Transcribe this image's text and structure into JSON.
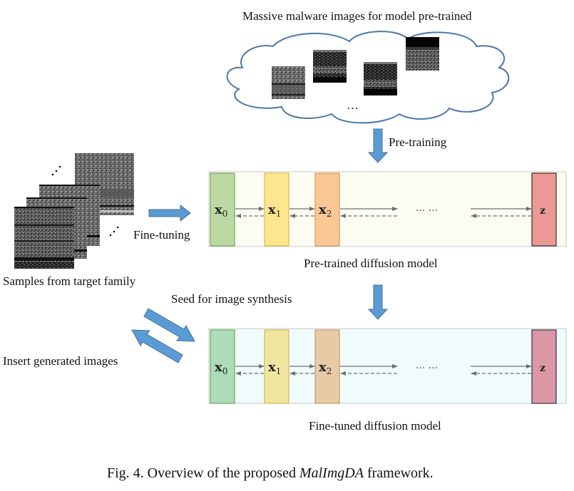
{
  "labels": {
    "pretrain_pool": "Massive malware images for model pre-trained",
    "pool_ellipsis": "…",
    "pretraining": "Pre-training",
    "fine_tuning": "Fine-tuning",
    "samples": "Samples from target family",
    "pretrained_model": "Pre-trained diffusion model",
    "seed": "Seed for image synthesis",
    "insert": "Insert generated images",
    "finetuned_model": "Fine-tuned diffusion model",
    "chain_ellipsis": "··· ···"
  },
  "states": [
    {
      "name": "x",
      "sub": "0"
    },
    {
      "name": "x",
      "sub": "1"
    },
    {
      "name": "x",
      "sub": "2"
    },
    {
      "name": "z",
      "sub": ""
    }
  ],
  "colors": {
    "arrow_blue": "#5b9bd5",
    "cloud_stroke": "#4a78a8",
    "pretrained_bg": "#fdfcf3",
    "finetuned_bg": "#f0fbfd",
    "pretrained_states": [
      "#bcd9a4",
      "#fde68e",
      "#f9c895",
      "#ec9894"
    ],
    "pretrained_strokes": [
      "#5e9a3e",
      "#d6b139",
      "#d38a4a",
      "#333333"
    ],
    "finetuned_states": [
      "#acdcb8",
      "#f0e6a0",
      "#e8cba6",
      "#dc97a6"
    ],
    "finetuned_strokes": [
      "#5e9a3e",
      "#c9ae3f",
      "#c08a56",
      "#333333"
    ]
  },
  "caption": {
    "prefix": "Fig. 4.  Overview of the proposed ",
    "name": "MalImgDA",
    "suffix": " framework."
  }
}
